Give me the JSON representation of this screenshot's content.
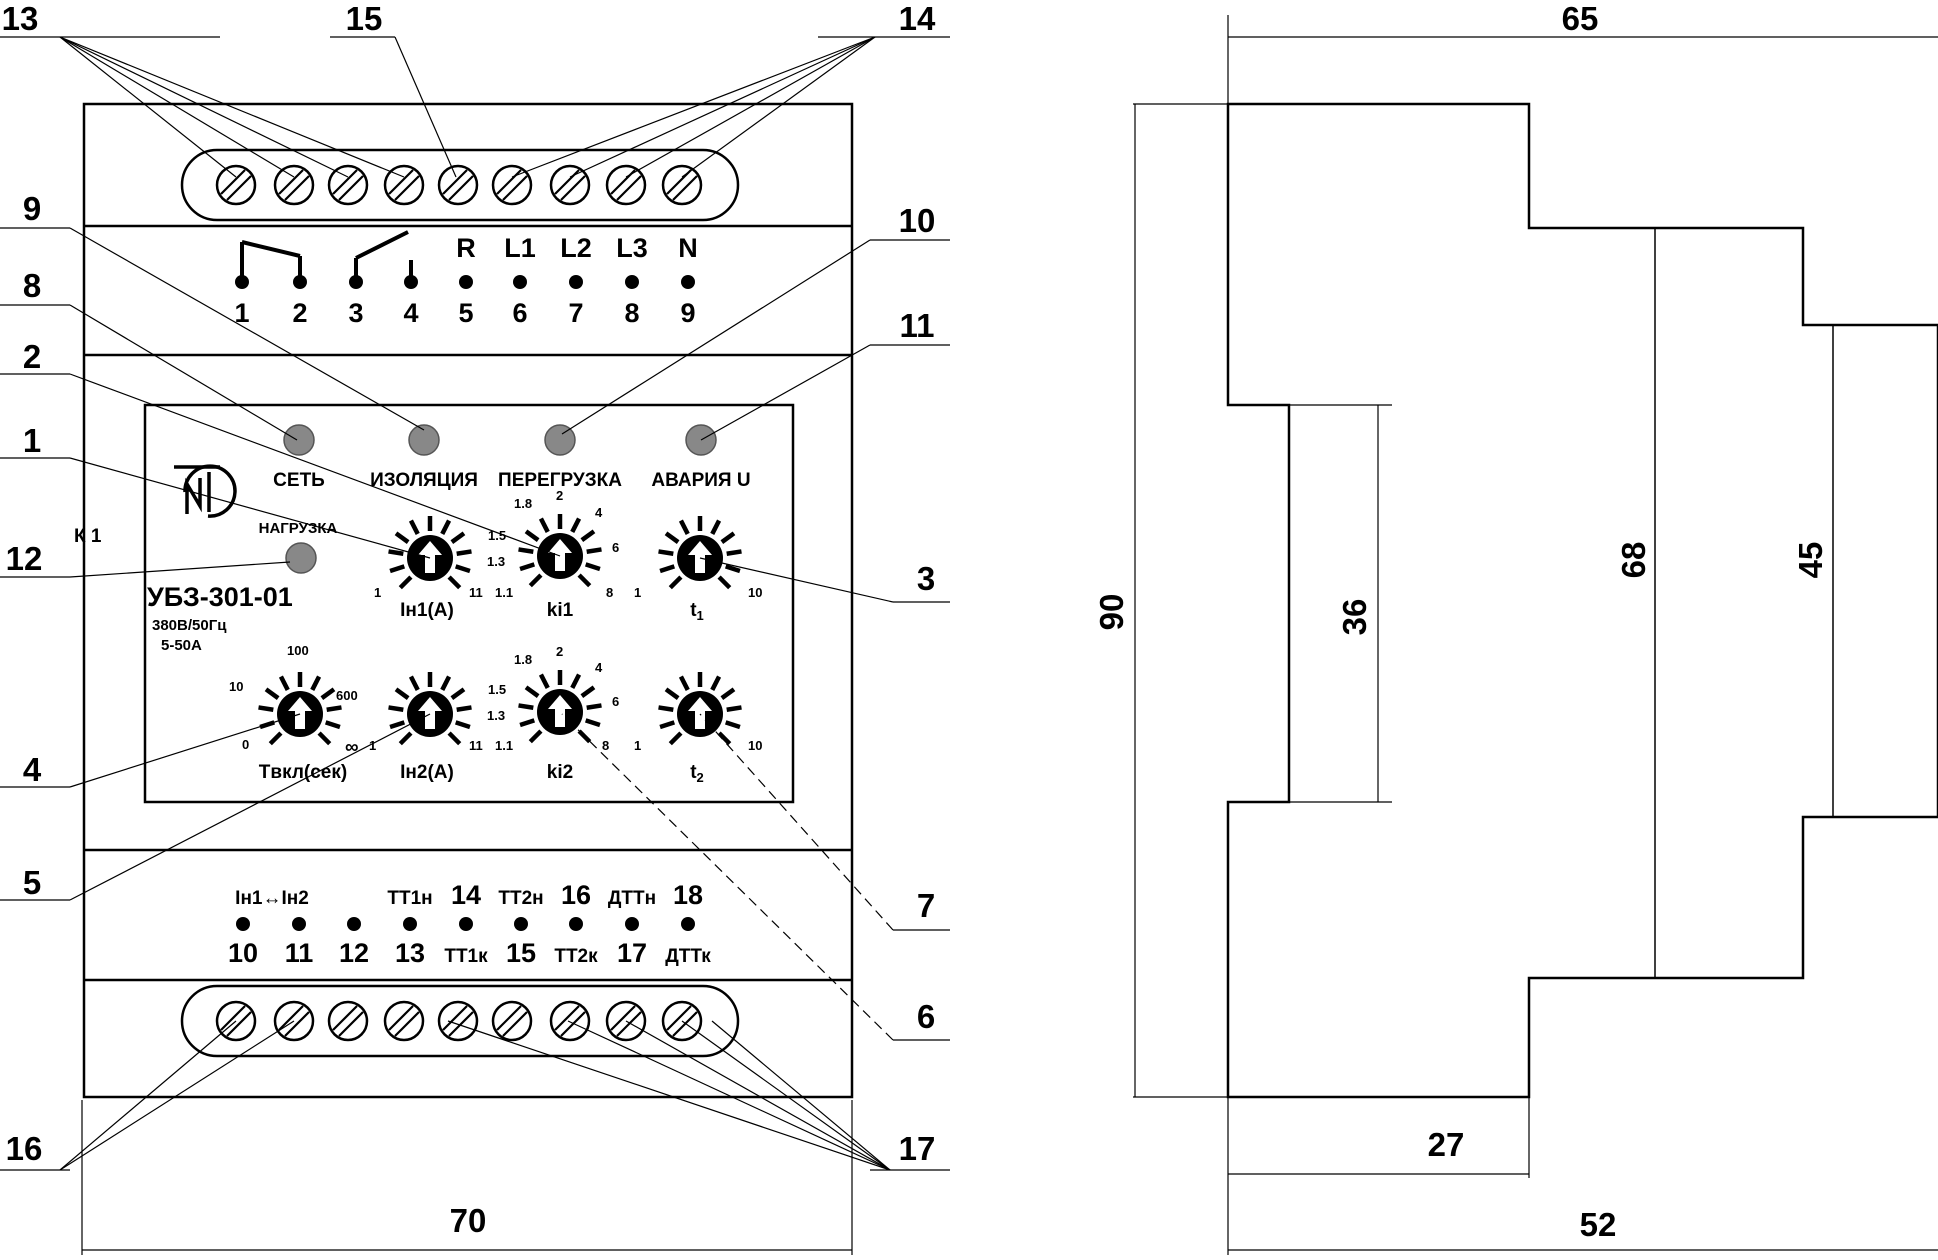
{
  "callouts": [
    "13",
    "15",
    "14",
    "9",
    "10",
    "8",
    "11",
    "2",
    "1",
    "12",
    "3",
    "4",
    "5",
    "7",
    "6",
    "16",
    "17"
  ],
  "top_terminals": {
    "symbols": [
      "R",
      "L1",
      "L2",
      "L3",
      "N"
    ],
    "numbers": [
      "1",
      "2",
      "3",
      "4",
      "5",
      "6",
      "7",
      "8",
      "9"
    ]
  },
  "front_panel": {
    "leds": [
      "СЕТЬ",
      "ИЗОЛЯЦИЯ",
      "ПЕРЕГРУЗКА",
      "АВАРИЯ U"
    ],
    "load_led": "НАГРУЗКА",
    "k1": "К 1",
    "model": "УБЗ-301-01",
    "voltage": "380В/50Гц",
    "current": "5-50А",
    "knob_labels": {
      "in1": "Iн1(А)",
      "ki1": "ki1",
      "t1": "t",
      "t1_sub": "1",
      "tvkl": "Tвкл(сек)",
      "in2": "Iн2(А)",
      "ki2": "ki2",
      "t2": "t",
      "t2_sub": "2"
    },
    "scales": {
      "in_min": "1",
      "in_max": "11",
      "ki": [
        "1.8",
        "2",
        "4",
        "1.5",
        "6",
        "1.3",
        "1.1",
        "8"
      ],
      "t_min": "1",
      "t_max": "10",
      "tvkl": [
        "100",
        "10",
        "600",
        "0",
        "∞"
      ]
    }
  },
  "bottom_terminals": {
    "top_row": [
      "Iн1↔Iн2",
      "ТТ1н",
      "14",
      "ТТ2н",
      "16",
      "ДТТн",
      "18"
    ],
    "bottom_row": [
      "10",
      "11",
      "12",
      "13",
      "ТТ1к",
      "15",
      "ТТ2к",
      "17",
      "ДТТк"
    ]
  },
  "dimensions": {
    "front_width": "70",
    "side_width": "65",
    "height": "90",
    "rail": "36",
    "inner": "68",
    "face": "45",
    "depth_a": "27",
    "depth_b": "52"
  }
}
